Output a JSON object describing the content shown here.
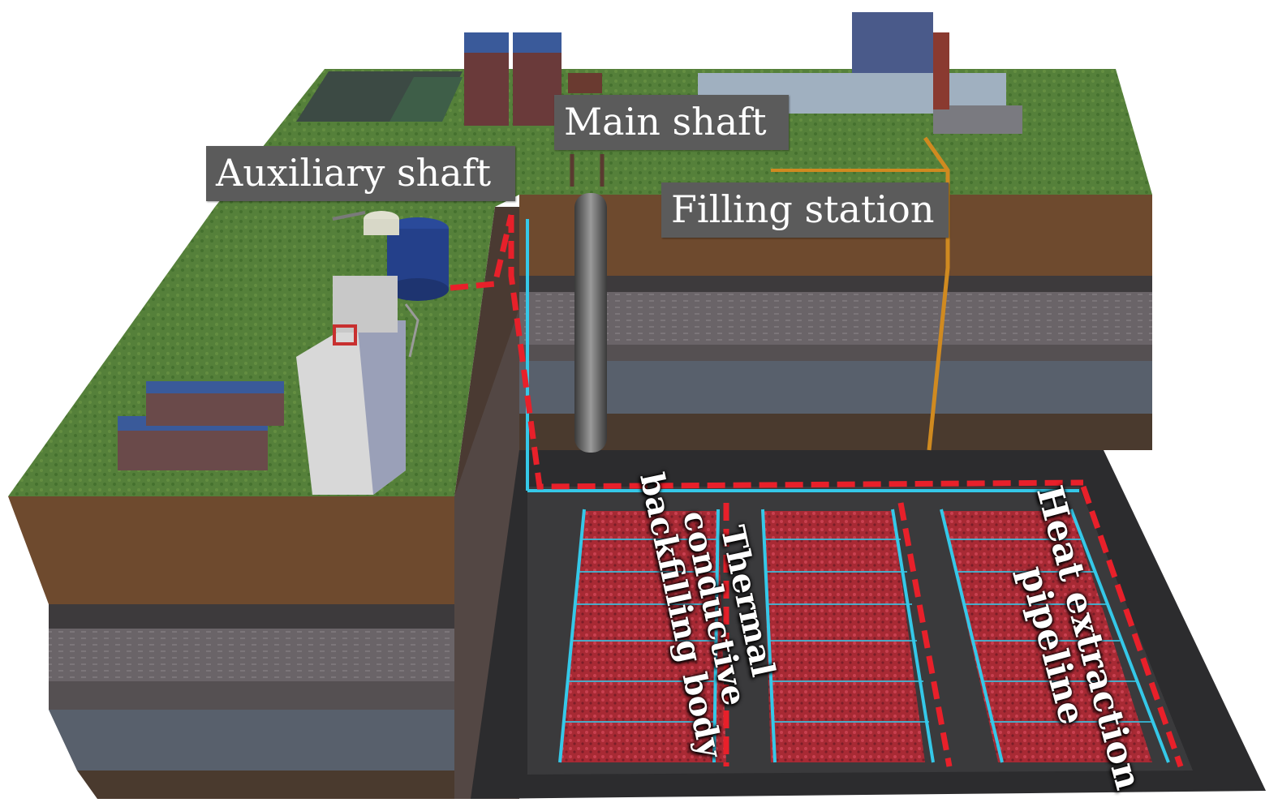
{
  "labels": {
    "auxiliary_shaft": "Auxiliary shaft",
    "main_shaft": "Main shaft",
    "filling_station": "Filling station",
    "thermal_body": [
      "Thermal",
      "conductive",
      "backfilling body"
    ],
    "heat_pipeline": [
      "Heat extraction",
      "pipeline"
    ]
  },
  "colors": {
    "grass": "#4f7a32",
    "soil_brown": "#6e4a2e",
    "rock_grey": "#6e6a70",
    "dark_layer": "#3d3a3c",
    "slate": "#58606c",
    "backfill_red": "#b0303a",
    "pipe_red": "#e8202a",
    "pipe_cyan": "#35c8e8",
    "label_bg": "#5b5b5b",
    "orange_pipe": "#d08a20"
  }
}
